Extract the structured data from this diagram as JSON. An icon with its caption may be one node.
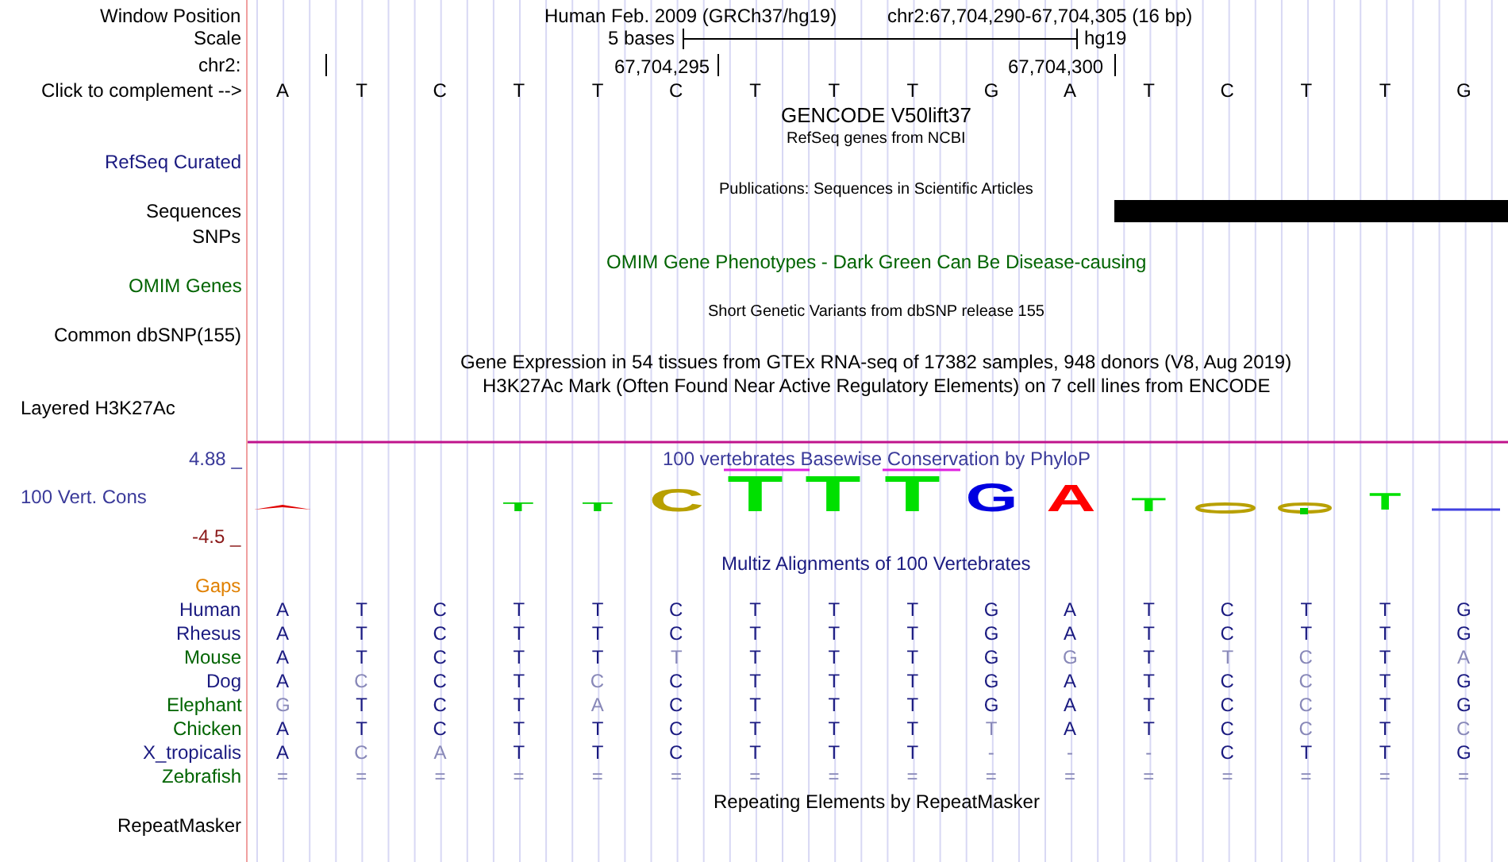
{
  "diagram": {
    "nodes": [
      {
        "text": [],
        "shape": "bar"
      }
    ],
    "labels": [
      "Window Position",
      "Human Feb. 2009 (GRCh37/hg19)",
      "chr2:67,704,290-67,704,305 (16 bp)",
      "Scale",
      "5 bases",
      "hg19",
      "chr2:",
      "67,704,295",
      "67,704,300",
      "Click to complement -->",
      "A",
      "T",
      "C",
      "T",
      "T",
      "C",
      "T",
      "T",
      "T",
      "G",
      "A",
      "T",
      "C",
      "T",
      "T",
      "G",
      "GENCODE V50lift37",
      "RefSeq genes from NCBI",
      "RefSeq Curated",
      "Publications: Sequences in Scientific Articles",
      "Sequences",
      "SNPs",
      "OMIM Gene Phenotypes - Dark Green Can Be Disease-causing",
      "OMIM Genes",
      "Short Genetic Variants from dbSNP release 155",
      "Common dbSNP(155)",
      "Gene Expression in 54 tissues from GTEx RNA-seq of 17382 samples, 948 donors (V8, Aug 2019)",
      "H3K27Ac Mark (Often Found Near Active Regulatory Elements) on 7 cell lines from ENCODE",
      "Layered H3K27Ac",
      "4.88 _",
      "100 vertebrates Basewise Conservation by PhyloP",
      "100 Vert. Cons",
      "-4.5 _",
      "T",
      "T",
      "C",
      "T",
      "T",
      "T",
      "G",
      "A",
      "T",
      "T",
      "Multiz Alignments of 100 Vertebrates",
      "Gaps",
      "Human",
      "A",
      "T",
      "C",
      "T",
      "T",
      "C",
      "T",
      "T",
      "T",
      "G",
      "A",
      "T",
      "C",
      "T",
      "T",
      "G",
      "Rhesus",
      "A",
      "T",
      "C",
      "T",
      "T",
      "C",
      "T",
      "T",
      "T",
      "G",
      "A",
      "T",
      "C",
      "T",
      "T",
      "G",
      "Mouse",
      "A",
      "T",
      "C",
      "T",
      "T",
      "T",
      "T",
      "T",
      "T",
      "G",
      "G",
      "T",
      "T",
      "C",
      "T",
      "A",
      "Dog",
      "A",
      "C",
      "C",
      "T",
      "C",
      "C",
      "T",
      "T",
      "T",
      "G",
      "A",
      "T",
      "C",
      "C",
      "T",
      "G",
      "Elephant",
      "G",
      "T",
      "C",
      "T",
      "A",
      "C",
      "T",
      "T",
      "T",
      "G",
      "A",
      "T",
      "C",
      "C",
      "T",
      "G",
      "Chicken",
      "A",
      "T",
      "C",
      "T",
      "T",
      "C",
      "T",
      "T",
      "T",
      "T",
      "A",
      "T",
      "C",
      "C",
      "T",
      "C",
      "X_tropicalis",
      "A",
      "C",
      "A",
      "T",
      "T",
      "C",
      "T",
      "T",
      "T",
      "-",
      "-",
      "-",
      "C",
      "T",
      "T",
      "G",
      "Zebrafish",
      "=",
      "=",
      "=",
      "=",
      "=",
      "=",
      "=",
      "=",
      "=",
      "=",
      "=",
      "=",
      "=",
      "=",
      "=",
      "=",
      "Repeating Elements by RepeatMasker",
      "RepeatMasker"
    ]
  }
}
